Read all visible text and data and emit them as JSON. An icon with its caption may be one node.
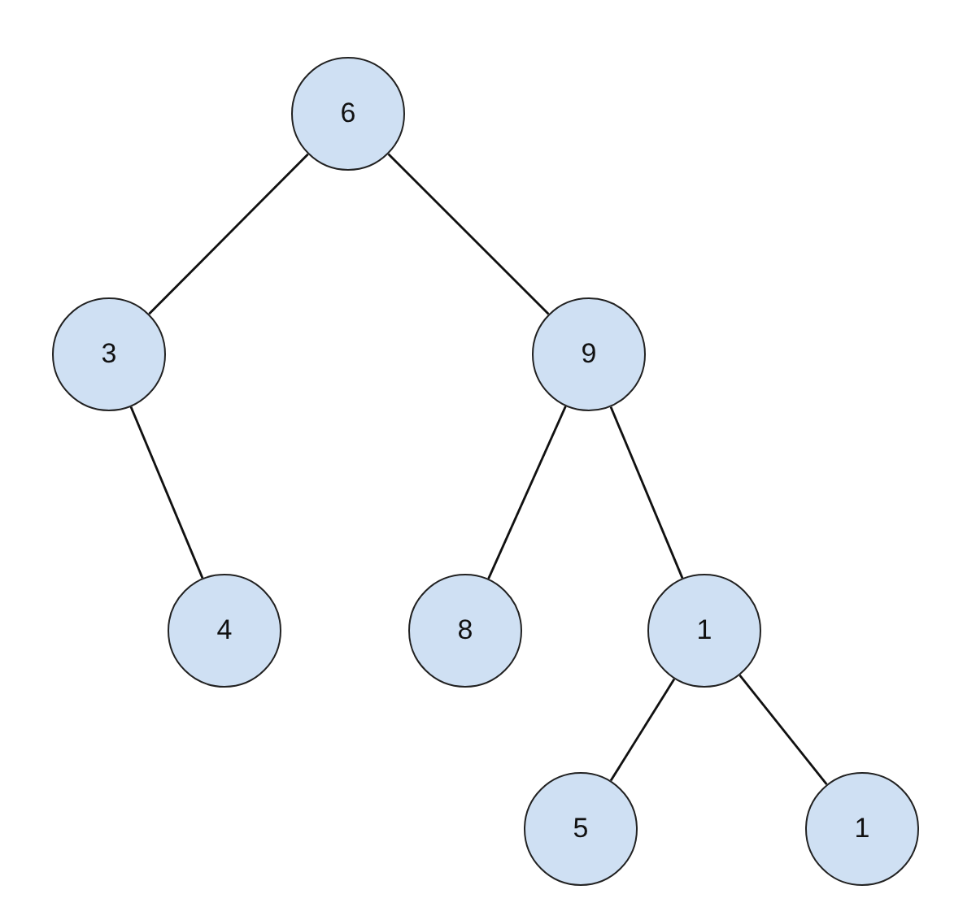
{
  "diagram": {
    "nodes": [
      {
        "text": [
          "6"
        ]
      },
      {
        "text": [
          "3"
        ]
      },
      {
        "text": [
          "9"
        ]
      },
      {
        "text": [
          "4"
        ]
      },
      {
        "text": [
          "8"
        ]
      },
      {
        "text": [
          "1"
        ]
      },
      {
        "text": [
          "5"
        ]
      },
      {
        "text": [
          "1"
        ]
      }
    ],
    "edges": [
      {
        "from": 0,
        "to": 1,
        "arrow": "none"
      },
      {
        "from": 0,
        "to": 2,
        "arrow": "none"
      },
      {
        "from": 1,
        "to": 3,
        "arrow": "none"
      },
      {
        "from": 2,
        "to": 4,
        "arrow": "none"
      },
      {
        "from": 2,
        "to": 5,
        "arrow": "none"
      },
      {
        "from": 5,
        "to": 6,
        "arrow": "none"
      },
      {
        "from": 5,
        "to": 7,
        "arrow": "none"
      }
    ]
  }
}
